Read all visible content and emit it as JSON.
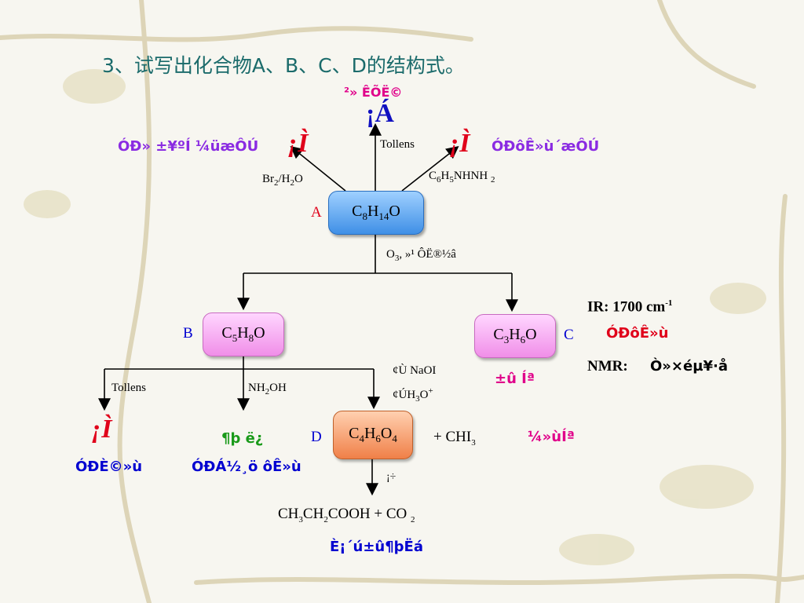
{
  "title": "3、试写出化合物A、B、C、D的结构式。",
  "compounds": {
    "A": {
      "letter": "A",
      "formula_html": "C<sub>8</sub>H<sub>14</sub>O"
    },
    "B": {
      "letter": "B",
      "formula_html": "C<sub>5</sub>H<sub>8</sub>O"
    },
    "C": {
      "letter": "C",
      "formula_html": "C<sub>3</sub>H<sub>6</sub>O"
    },
    "D": {
      "letter": "D",
      "formula_html": "C<sub>4</sub>H<sub>6</sub>O<sub>4</sub>"
    }
  },
  "reagents": {
    "top_garbled": "²» ÊÕË©",
    "top_mark": "¡Á",
    "tollens_top": "Tollens",
    "br2_html": "Br<sub>2</sub>/H<sub>2</sub>O",
    "phenylhydrazine_html": "C<sub>6</sub>H<sub>5</sub>NHNH <sub>2</sub>",
    "o3_html": "O<sub>3</sub>, ",
    "o3_garbled": "»¹ Ô­Ë®½â",
    "tollens_b": "Tollens",
    "nh2oh_html": "NH<sub>2</sub>OH",
    "naoi_html": "¢Ù NaOI",
    "h3o_html": "¢ÚH<sub>3</sub>O<sup>+</sup>",
    "heat": "¡÷",
    "plus_chi3_html": "+  CHI<sub>3</sub>",
    "products_html": "CH<sub>3</sub>CH<sub>2</sub>COOH  +  CO <sub>2</sub>"
  },
  "annotations": {
    "left_garbled": "ÓÐ» ±¥ºÍ ¼üæÔÚ",
    "right_garbled": "ÓÐôÊ»ù´æÔÚ",
    "ir_html": "IR: 1700 cm<sup>-1</sup>",
    "ir_garbled": "ÓÐôÊ»ù",
    "nmr": "NMR:",
    "nmr_garbled": "Ò»×éµ¥·å",
    "c_garbled": "±û  Íª",
    "chi3_garbled": "¼»ùÍª",
    "b_tollens_result": "ÓÐÈ©»ù",
    "b_oxime_mark": "¶þ  ë¿",
    "b_oxime_result": "ÓÐÁ½¸ö ôÊ»ù",
    "d_garbled": "È¡´ú±û¶þËá",
    "left_mark": "¡Ì",
    "right_mark": "¡Ì",
    "b_mark": "¡Ì"
  },
  "colors": {
    "title": "#1b6b6b",
    "box_a": "#3f8fe6",
    "box_bc": "#f08ee8",
    "box_d": "#f08048",
    "red": "#e0001a",
    "blue": "#0000d0"
  }
}
